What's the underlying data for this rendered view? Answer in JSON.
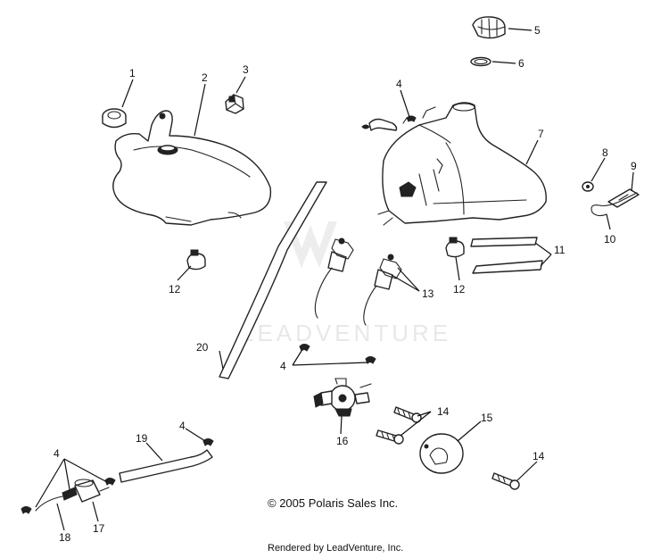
{
  "diagram": {
    "copyright": "© 2005 Polaris Sales Inc.",
    "rendered_by": "Rendered by LeadVenture, Inc.",
    "watermark": "LEADVENTURE",
    "callouts": {
      "c1": "1",
      "c2": "2",
      "c3": "3",
      "c4a": "4",
      "c4b": "4",
      "c4c": "4",
      "c4d": "4",
      "c5": "5",
      "c6": "6",
      "c7": "7",
      "c8": "8",
      "c9": "9",
      "c10": "10",
      "c11": "11",
      "c12a": "12",
      "c12b": "12",
      "c13": "13",
      "c14a": "14",
      "c14b": "14",
      "c15": "15",
      "c16": "16",
      "c17": "17",
      "c18": "18",
      "c19": "19",
      "c20": "20"
    }
  }
}
